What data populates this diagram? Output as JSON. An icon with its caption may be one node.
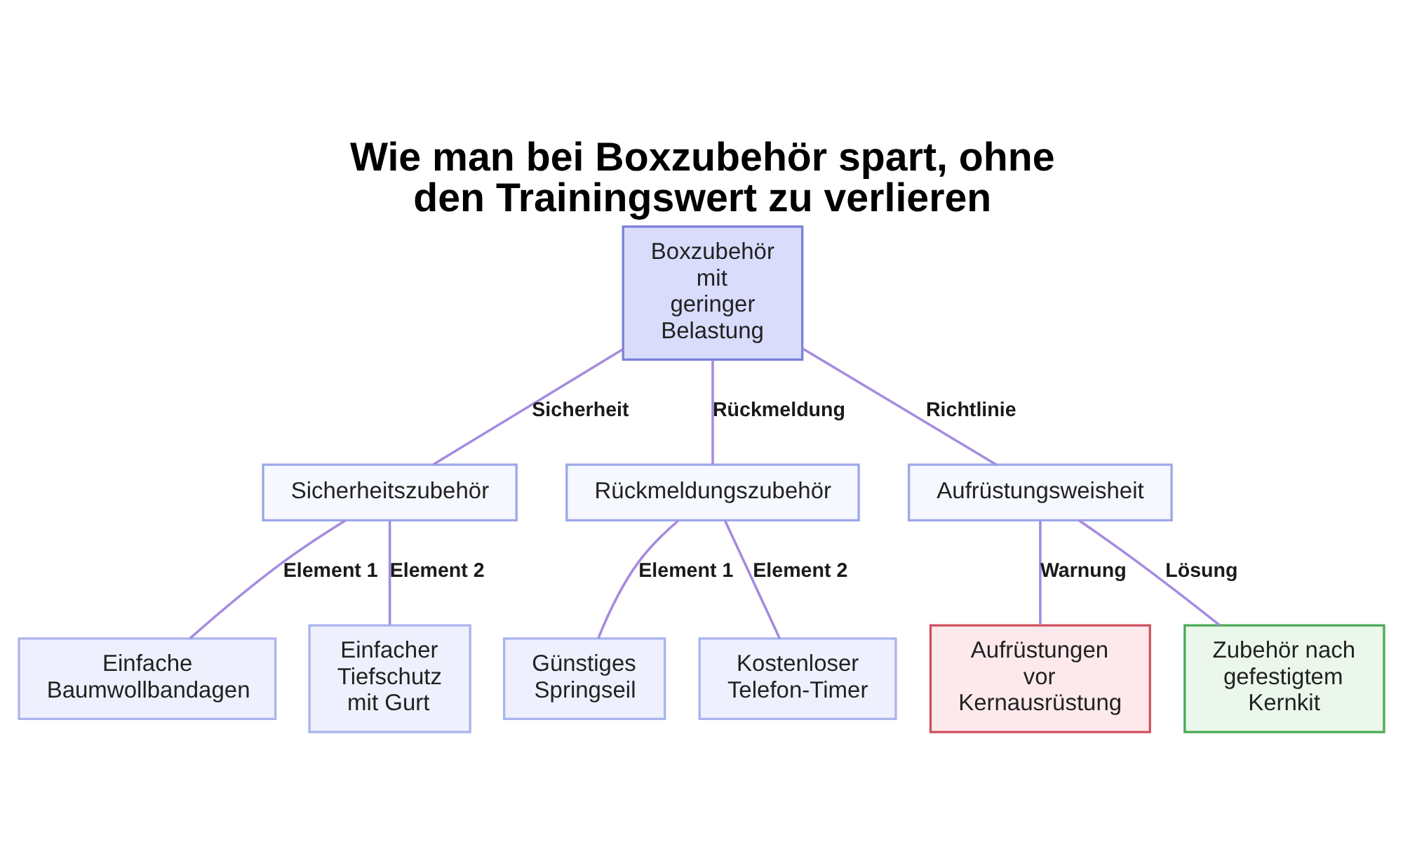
{
  "diagram": {
    "title": "Wie man bei Boxzubehör spart, ohne den Trainingswert zu verlieren",
    "nodes": [
      {
        "text": [
          "Boxzubehör mit geringer Belastung"
        ]
      },
      {
        "text": [
          "Sicherheitszubehör"
        ]
      },
      {
        "text": [
          "Rückmeldungszubehör"
        ]
      },
      {
        "text": [
          "Aufrüstungsweisheit"
        ]
      },
      {
        "text": [
          "Einfache Baumwollbandagen"
        ]
      },
      {
        "text": [
          "Einfacher Tiefschutz mit Gurt"
        ]
      },
      {
        "text": [
          "Günstiges Springseil"
        ]
      },
      {
        "text": [
          "Kostenloser Telefon-Timer"
        ]
      },
      {
        "text": [
          "Aufrüstungen vor Kernausrüstung"
        ]
      },
      {
        "text": [
          "Zubehör nach gefestigtem Kernkit"
        ]
      }
    ],
    "edges": [
      {
        "from": 0,
        "to": 1,
        "arrow": "none",
        "label": "Sicherheit"
      },
      {
        "from": 0,
        "to": 2,
        "arrow": "none",
        "label": "Rückmeldung"
      },
      {
        "from": 0,
        "to": 3,
        "arrow": "none",
        "label": "Richtlinie"
      },
      {
        "from": 1,
        "to": 4,
        "arrow": "none",
        "label": "Element 1"
      },
      {
        "from": 1,
        "to": 5,
        "arrow": "none",
        "label": "Element 2"
      },
      {
        "from": 2,
        "to": 6,
        "arrow": "none",
        "label": "Element 1"
      },
      {
        "from": 2,
        "to": 7,
        "arrow": "none",
        "label": "Element 2"
      },
      {
        "from": 3,
        "to": 8,
        "arrow": "none",
        "label": "Warnung"
      },
      {
        "from": 3,
        "to": 9,
        "arrow": "none",
        "label": "Lösung"
      }
    ]
  }
}
